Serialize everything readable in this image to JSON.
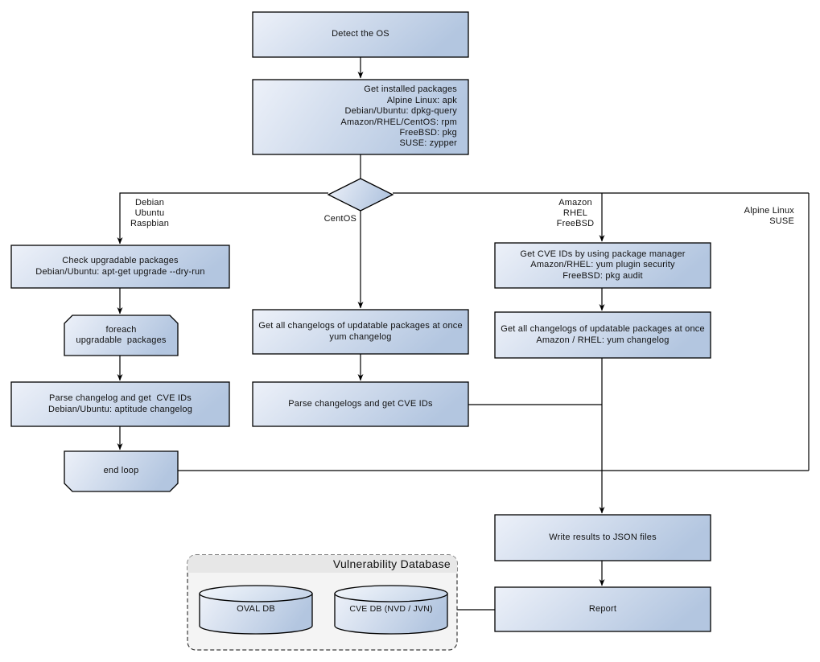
{
  "diagram": {
    "nodes": {
      "detect_os": "Detect the OS",
      "get_installed_packages": "Get installed packages\nAlpine Linux: apk\nDebian/Ubuntu: dpkg-query\nAmazon/RHEL/CentOS: rpm\nFreeBSD: pkg\nSUSE: zypper",
      "check_upgradable_packages": "Check upgradable packages\nDebian/Ubuntu: apt-get upgrade --dry-run",
      "foreach_loop": "foreach\nupgradable  packages",
      "parse_changelog_deb": "Parse changelog and get  CVE IDs\nDebian/Ubuntu: aptitude changelog",
      "end_loop": "end loop",
      "get_changelogs_centos": "Get all changelogs of updatable packages at once\nyum changelog",
      "parse_changelogs_centos": "Parse changelogs and get CVE IDs",
      "get_cve_ids_package_manager": "Get CVE IDs by using package manager\nAmazon/RHEL: yum plugin security\nFreeBSD: pkg audit",
      "get_changelogs_amazon_rhel": "Get all changelogs of updatable packages at once\nAmazon / RHEL: yum changelog",
      "write_results_json": "Write results to JSON files",
      "report": "Report"
    },
    "branch_labels": {
      "debian": "Debian\nUbuntu\nRaspbian",
      "centos": "CentOS",
      "amazon": "Amazon\nRHEL\nFreeBSD",
      "alpine": "Alpine Linux\nSUSE"
    },
    "vulnerability_database": {
      "title": "Vulnerability Database",
      "databases": [
        "OVAL DB",
        "CVE DB (NVD / JVN)"
      ]
    },
    "colors": {
      "node_fill_light": "#edf1f9",
      "node_fill_dark": "#b3c6e0",
      "node_stroke": "#000000",
      "group_fill": "#f4f4f4",
      "group_header": "#e7e7e7",
      "connector": "#000000"
    }
  }
}
